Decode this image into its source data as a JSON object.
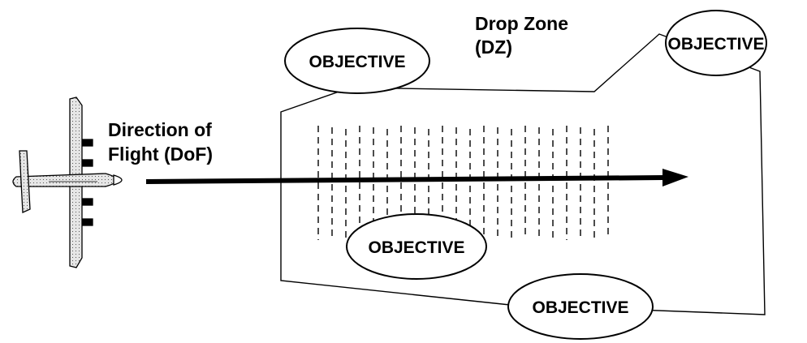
{
  "labels": {
    "drop_zone_line1": "Drop Zone",
    "drop_zone_line2": "(DZ)",
    "direction_line1": "Direction of",
    "direction_line2": "Flight (DoF)"
  },
  "objectives": [
    {
      "label": "OBJECTIVE"
    },
    {
      "label": "OBJECTIVE"
    },
    {
      "label": "OBJECTIVE"
    },
    {
      "label": "OBJECTIVE"
    }
  ],
  "colors": {
    "ink": "#000000",
    "aircraft_fill": "#d9d9d9",
    "background": "#ffffff"
  },
  "icons": {
    "aircraft": "transport-aircraft-icon"
  }
}
